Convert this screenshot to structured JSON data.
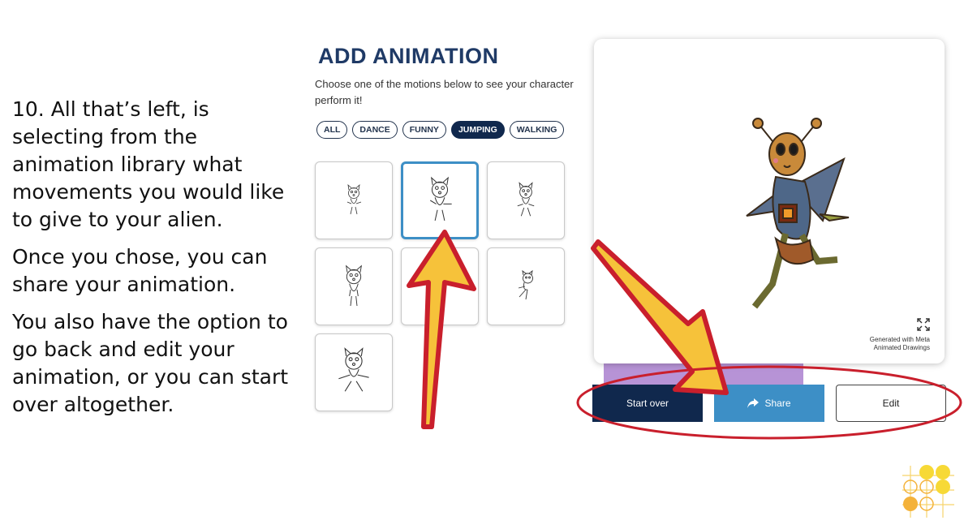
{
  "instructions": {
    "para1": "10. All that’s left, is selecting from the animation library what movements you would like to give to your alien.",
    "para2": "Once you chose, you can share your animation.",
    "para3": "You also have the option to go back and edit your animation, or you can start over altogether."
  },
  "panel": {
    "title": "ADD ANIMATION",
    "subtitle": "Choose one of the motions below to see your character perform it!",
    "filters": [
      {
        "label": "ALL",
        "active": false
      },
      {
        "label": "DANCE",
        "active": false
      },
      {
        "label": "FUNNY",
        "active": false
      },
      {
        "label": "JUMPING",
        "active": true
      },
      {
        "label": "WALKING",
        "active": false
      }
    ],
    "selected_tile_index": 1
  },
  "preview": {
    "credit_line1": "Generated with Meta",
    "credit_line2": "Animated Drawings"
  },
  "actions": {
    "start_over": "Start over",
    "share": "Share",
    "edit": "Edit"
  },
  "colors": {
    "accent": "#3d8fc6",
    "navy": "#10284d",
    "annotation_red": "#c91f2c",
    "arrow_yellow": "#f6c23a"
  },
  "icons": {
    "share": "share-arrow-icon",
    "expand": "expand-icon"
  }
}
